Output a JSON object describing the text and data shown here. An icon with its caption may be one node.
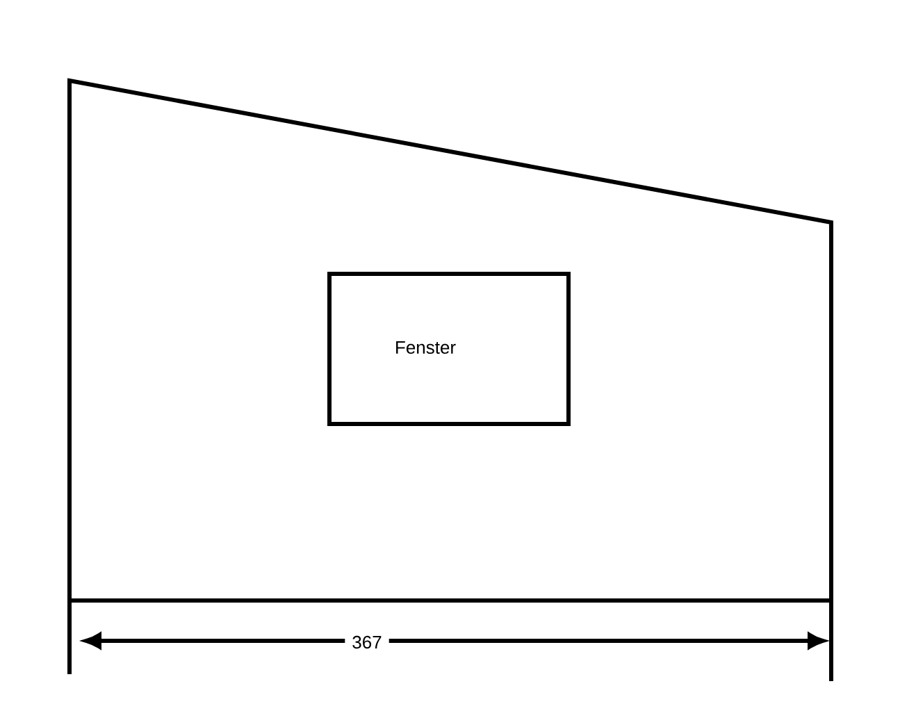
{
  "diagram": {
    "nodes": [
      {
        "text": [],
        "shape": "polygon"
      },
      {
        "text": [
          "Fenster"
        ],
        "in": 0
      }
    ],
    "labels": [
      "367"
    ]
  }
}
